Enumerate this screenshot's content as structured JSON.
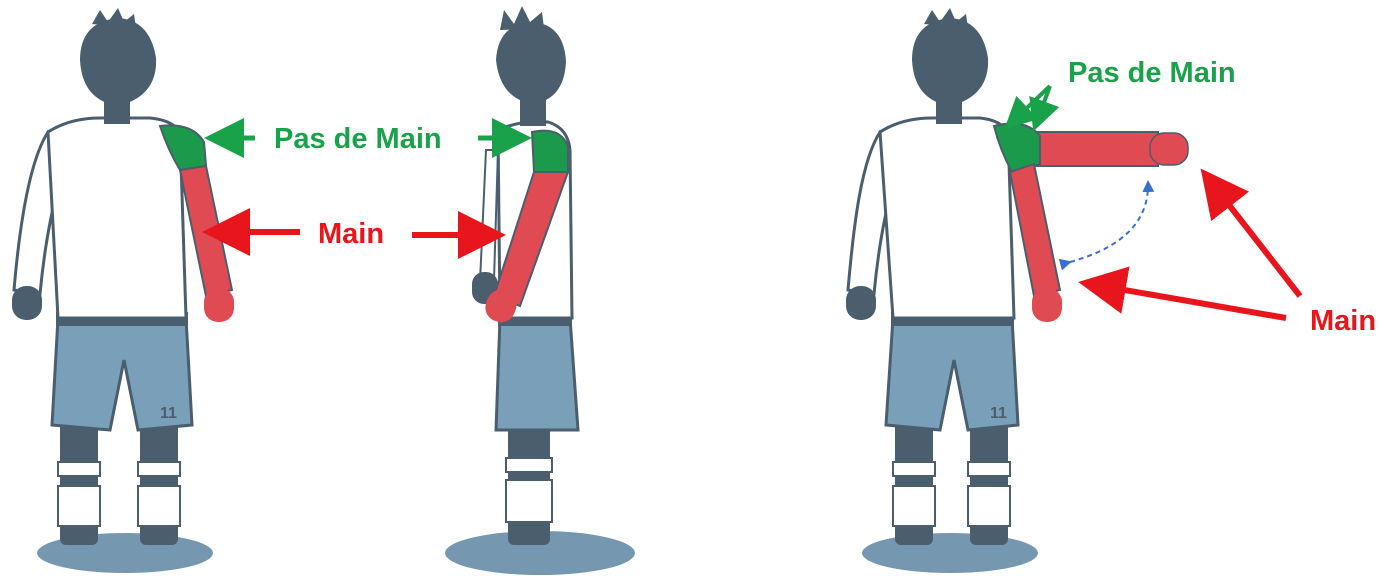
{
  "labels": {
    "no_hand": "Pas de Main",
    "hand": "Main"
  },
  "colors": {
    "hand_zone": "#e04a52",
    "no_hand_zone": "#1a9a4a",
    "label_green": "#1aa24a",
    "label_red": "#e8161c",
    "body_dark": "#4a5e6e",
    "shorts": "#7a9fb8",
    "shadow": "#7598b0",
    "shirt": "#ffffff",
    "guide_arrow": "#3a6fd0"
  },
  "figures": [
    {
      "view": "front",
      "arm": "down",
      "shorts_number": "11"
    },
    {
      "view": "side",
      "arm": "down"
    },
    {
      "view": "front",
      "arm": "raised",
      "shorts_number": "11"
    }
  ]
}
